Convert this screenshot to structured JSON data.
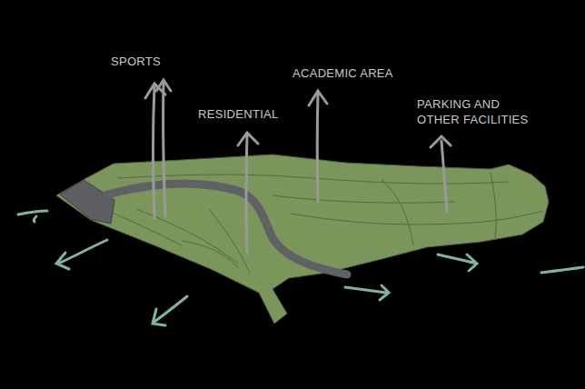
{
  "diagram": {
    "labels": [
      "SPORTS",
      "RESIDENTIAL",
      "ACADEMIC AREA",
      "PARKING AND OTHER FACILITIES"
    ]
  }
}
